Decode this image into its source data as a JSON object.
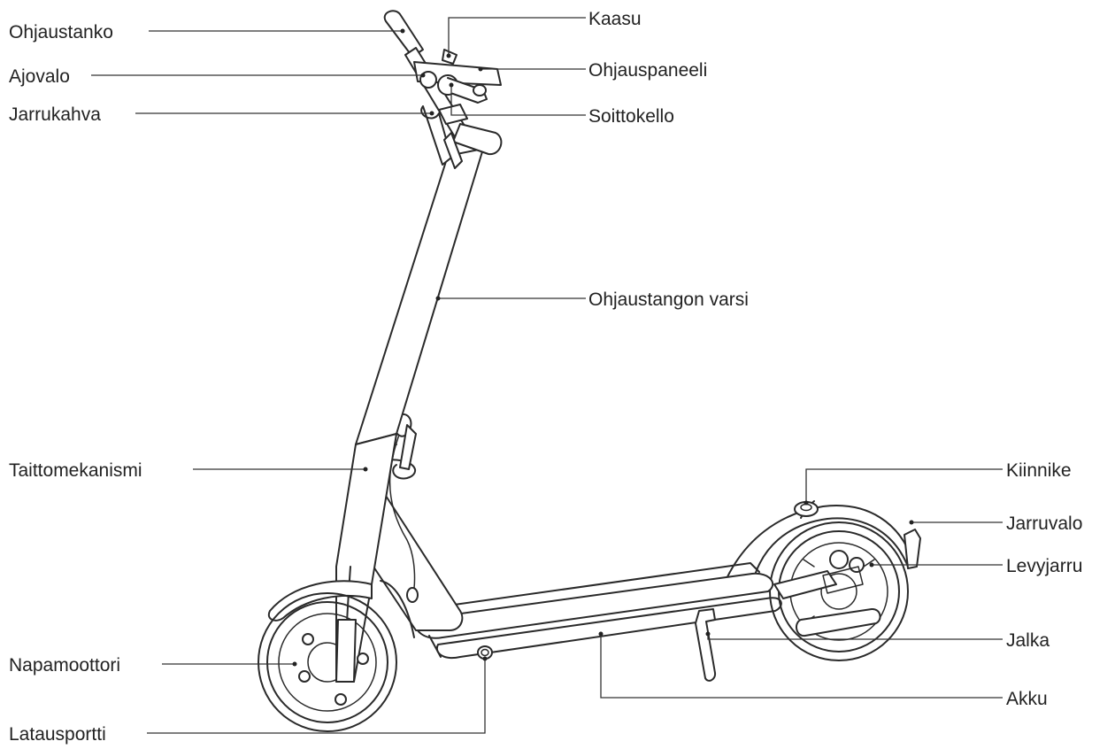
{
  "labels": {
    "handlebar": "Ohjaustanko",
    "headlight": "Ajovalo",
    "brake_lever": "Jarrukahva",
    "throttle": "Kaasu",
    "dashboard": "Ohjauspaneeli",
    "bell": "Soittokello",
    "stem": "Ohjaustangon varsi",
    "folding_mechanism": "Taittomekanismi",
    "hook": "Kiinnike",
    "rear_light": "Jarruvalo",
    "disc_brake": "Levyjarru",
    "kickstand": "Jalka",
    "battery": "Akku",
    "hub_motor": "Napamoottori",
    "charging_port": "Latausportti"
  }
}
